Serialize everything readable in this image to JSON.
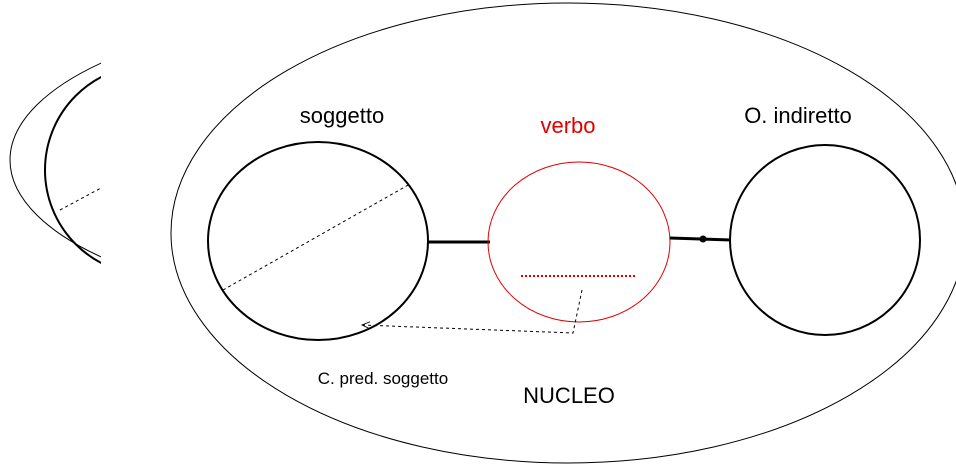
{
  "diagram": {
    "labels": {
      "soggetto": "soggetto",
      "verbo": "verbo",
      "o_indiretto": "O. indiretto",
      "c_pred_soggetto": "C. pred. soggetto",
      "nucleo": "NUCLEO"
    },
    "colors": {
      "outline": "#000000",
      "verb": "#e00000",
      "background": "#ffffff"
    }
  }
}
